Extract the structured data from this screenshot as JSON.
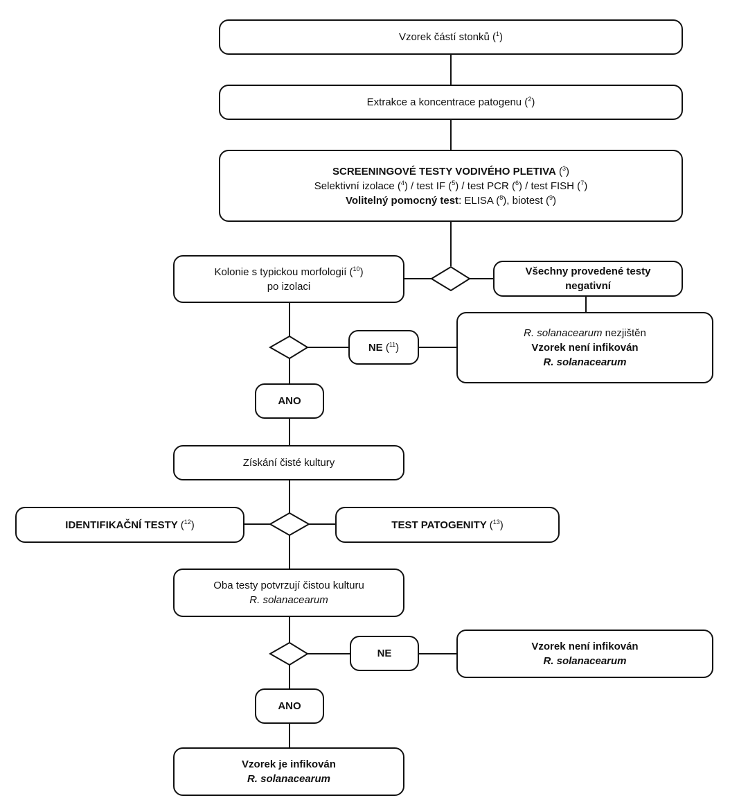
{
  "boxes": {
    "sample": {
      "text": "Vzorek částí stonků",
      "note": "1"
    },
    "extraction": {
      "text": "Extrakce a koncentrace patogenu",
      "note": "2"
    },
    "screening": {
      "title": "SCREENINGOVÉ TESTY VODIVÉHO PLETIVA",
      "title_note": "3",
      "tests": [
        {
          "label": "Selektivní izolace",
          "note": "4",
          "sep": " / "
        },
        {
          "label": "test IF",
          "note": "5",
          "sep": " / "
        },
        {
          "label": "test PCR",
          "note": "6",
          "sep": " / "
        },
        {
          "label": "test FISH",
          "note": "7",
          "sep": ""
        }
      ],
      "optional_label": "Volitelný pomocný test",
      "optional_colon": ": ",
      "optional_tests": [
        {
          "label": "ELISA",
          "note": "8",
          "sep": ", "
        },
        {
          "label": "biotest",
          "note": "9",
          "sep": ""
        }
      ]
    },
    "colonies": {
      "line1": "Kolonie s typickou morfologií",
      "note": "10",
      "line2": "po izolaci"
    },
    "all_negative": {
      "line1": "Všechny provedené testy",
      "line2": "negativní"
    },
    "not_detected": {
      "species": "R. solanacearum",
      "suffix": " nezjištěn",
      "line2": "Vzorek není infikován",
      "line3": "R. solanacearum"
    },
    "ne1": {
      "text": "NE",
      "note": "11"
    },
    "ano1": {
      "text": "ANO"
    },
    "pure_culture": {
      "text": "Získání čisté kultury"
    },
    "identification": {
      "text": "IDENTIFIKAČNÍ TESTY",
      "note": "12"
    },
    "pathogenicity": {
      "text": "TEST PATOGENITY",
      "note": "13"
    },
    "both_confirm": {
      "line1": "Oba testy potvrzují čistou kulturu",
      "line2": "R. solanacearum"
    },
    "ne2": {
      "text": "NE"
    },
    "not_infected": {
      "line1": "Vzorek není infikován",
      "line2": "R. solanacearum"
    },
    "ano2": {
      "text": "ANO"
    },
    "infected": {
      "line1": "Vzorek je infikován",
      "line2": "R. solanacearum"
    }
  }
}
